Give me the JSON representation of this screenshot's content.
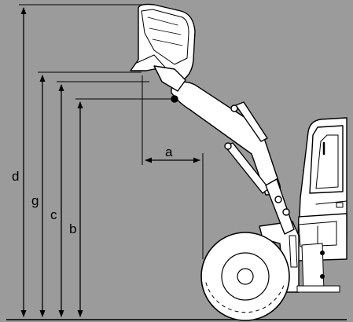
{
  "colors": {
    "background": "#9b9b9b",
    "ink": "#000000",
    "machine_fill": "#ffffff"
  },
  "dimensions": {
    "a": "a",
    "b": "b",
    "c": "c",
    "d": "d",
    "g": "g"
  }
}
